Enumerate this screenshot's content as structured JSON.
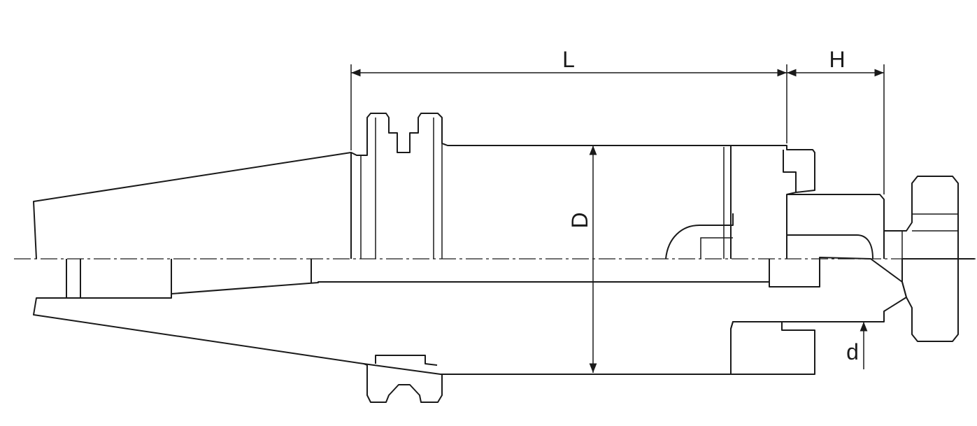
{
  "drawing": {
    "labels": {
      "L": "L",
      "H": "H",
      "D": "D",
      "d": "d"
    }
  }
}
